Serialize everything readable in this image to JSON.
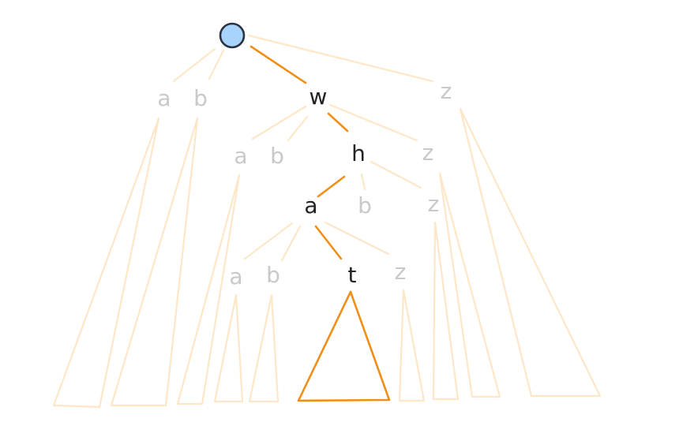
{
  "tree": {
    "root": {
      "fill": "#a8d4fb",
      "stroke": "#2a3440"
    },
    "colors": {
      "active": "#ef8f17",
      "faded": "#fde7c8",
      "label_dim": "#c9c9c9",
      "label_active": "#222222"
    },
    "level1": {
      "a": "a",
      "b": "b",
      "w": "w",
      "z": "z"
    },
    "level2": {
      "a": "a",
      "b": "b",
      "h": "h",
      "z": "z"
    },
    "level3": {
      "a": "a",
      "b": "b",
      "z": "z"
    },
    "level4": {
      "a": "a",
      "b": "b",
      "t": "t",
      "z": "z"
    }
  }
}
